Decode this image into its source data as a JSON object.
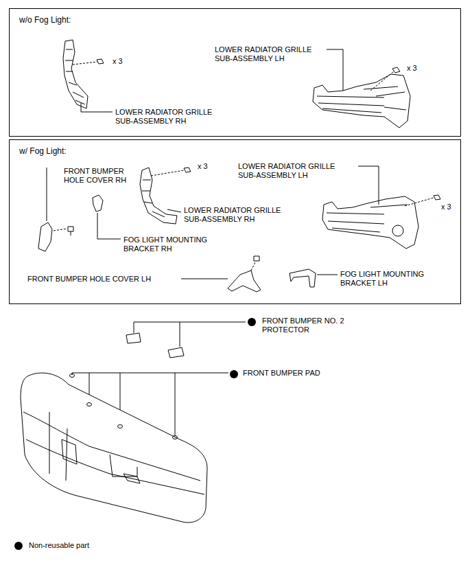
{
  "diagram": {
    "nodes": [
      {
        "text": [
          "w/o Fog Light:"
        ]
      },
      {
        "text": [
          "w/ Fog Light:"
        ]
      }
    ],
    "labels": [
      "x 3",
      "LOWER RADIATOR GRILLE SUB-ASSEMBLY LH",
      "x 3",
      "LOWER RADIATOR GRILLE SUB-ASSEMBLY RH",
      "FRONT BUMPER HOLE COVER RH",
      "x 3",
      "LOWER RADIATOR GRILLE SUB-ASSEMBLY LH",
      "LOWER RADIATOR GRILLE SUB-ASSEMBLY RH",
      "x 3",
      "FOG LIGHT MOUNTING BRACKET RH",
      "FRONT BUMPER HOLE COVER LH",
      "FOG LIGHT MOUNTING BRACKET LH",
      "FRONT BUMPER NO. 2 PROTECTOR",
      "FRONT BUMPER PAD"
    ],
    "legend": [
      {
        "text": "Non-reusable part",
        "color": "#000000"
      }
    ]
  }
}
